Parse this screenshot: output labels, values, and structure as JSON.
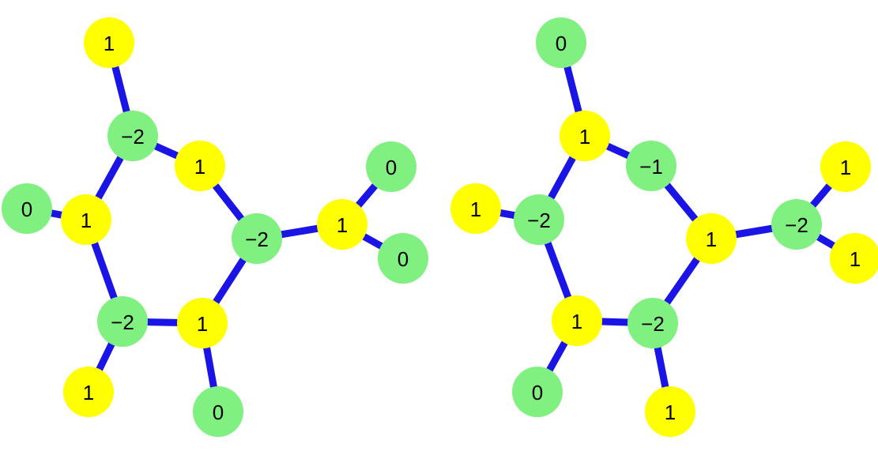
{
  "colors": {
    "edge": "#1a14e6",
    "node_yellow": "#ffff00",
    "node_green": "#80f080"
  },
  "graphs": [
    {
      "nodes": [
        {
          "label": "1",
          "color": "yellow"
        },
        {
          "label": "−2",
          "color": "green"
        },
        {
          "label": "1",
          "color": "yellow"
        },
        {
          "label": "0",
          "color": "green"
        },
        {
          "label": "1",
          "color": "yellow"
        },
        {
          "label": "−2",
          "color": "green"
        },
        {
          "label": "1",
          "color": "yellow"
        },
        {
          "label": "0",
          "color": "green"
        },
        {
          "label": "0",
          "color": "green"
        },
        {
          "label": "−2",
          "color": "green"
        },
        {
          "label": "1",
          "color": "yellow"
        },
        {
          "label": "1",
          "color": "yellow"
        },
        {
          "label": "0",
          "color": "green"
        }
      ],
      "edges": [
        [
          0,
          1
        ],
        [
          1,
          2
        ],
        [
          1,
          4
        ],
        [
          3,
          4
        ],
        [
          4,
          9
        ],
        [
          2,
          5
        ],
        [
          5,
          6
        ],
        [
          6,
          7
        ],
        [
          6,
          8
        ],
        [
          5,
          11
        ],
        [
          9,
          11
        ],
        [
          9,
          10
        ],
        [
          11,
          12
        ]
      ]
    },
    {
      "nodes": [
        {
          "label": "0",
          "color": "green"
        },
        {
          "label": "1",
          "color": "yellow"
        },
        {
          "label": "−1",
          "color": "green"
        },
        {
          "label": "1",
          "color": "yellow"
        },
        {
          "label": "−2",
          "color": "green"
        },
        {
          "label": "1",
          "color": "yellow"
        },
        {
          "label": "−2",
          "color": "green"
        },
        {
          "label": "1",
          "color": "yellow"
        },
        {
          "label": "1",
          "color": "yellow"
        },
        {
          "label": "1",
          "color": "yellow"
        },
        {
          "label": "−2",
          "color": "green"
        },
        {
          "label": "0",
          "color": "green"
        },
        {
          "label": "1",
          "color": "yellow"
        }
      ],
      "edges": [
        [
          0,
          1
        ],
        [
          1,
          2
        ],
        [
          1,
          4
        ],
        [
          3,
          4
        ],
        [
          4,
          9
        ],
        [
          2,
          5
        ],
        [
          5,
          6
        ],
        [
          6,
          7
        ],
        [
          6,
          8
        ],
        [
          5,
          10
        ],
        [
          9,
          10
        ],
        [
          9,
          11
        ],
        [
          10,
          12
        ]
      ]
    }
  ]
}
